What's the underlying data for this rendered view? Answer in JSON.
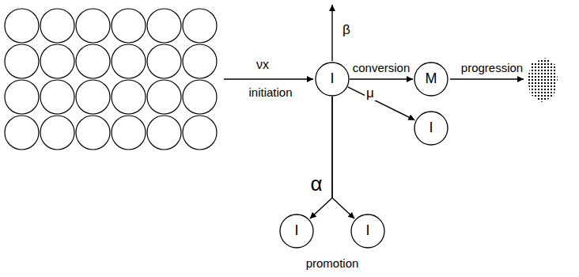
{
  "diagram": {
    "nodes": [
      {
        "text": [
          "I"
        ]
      },
      {
        "text": [
          "M"
        ]
      },
      {
        "text": [
          "I"
        ]
      },
      {
        "text": [
          "I"
        ]
      },
      {
        "text": [
          "I"
        ]
      }
    ],
    "edges": [
      {
        "from": 0,
        "to": 1,
        "label": "conversion",
        "arrow": "to"
      },
      {
        "from": 0,
        "to": 2,
        "label": "μ",
        "arrow": "to"
      },
      {
        "from": 0,
        "to": 3,
        "arrow": "to"
      },
      {
        "from": 0,
        "to": 4,
        "arrow": "to"
      }
    ],
    "labels": [
      "progression",
      "β",
      "νx",
      "initiation",
      "α",
      "promotion"
    ]
  }
}
